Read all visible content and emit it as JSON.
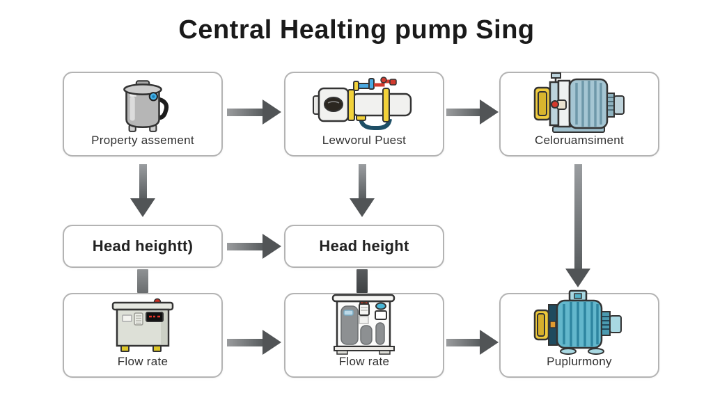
{
  "title": "Central Healting pump Sing",
  "nodes": [
    {
      "label": "Property assement",
      "icon": "boiler-tank-icon"
    },
    {
      "label": "Lewvorul Puest",
      "icon": "pipework-pump-icon"
    },
    {
      "label": "Celoruamsiment",
      "icon": "motor-pump-icon"
    },
    {
      "label": "Head heightt)"
    },
    {
      "label": "Head height"
    },
    {
      "label": "Flow rate",
      "icon": "control-cabinet-icon"
    },
    {
      "label": "Flow rate",
      "icon": "pump-cabinet-icon"
    },
    {
      "label": "Puplurmony",
      "icon": "teal-motor-pump-icon"
    }
  ],
  "connections": [
    {
      "from": "Property assement",
      "to": "Lewvorul Puest",
      "style": "arrow-right"
    },
    {
      "from": "Lewvorul Puest",
      "to": "Celoruamsiment",
      "style": "arrow-right"
    },
    {
      "from": "Property assement",
      "to": "Head heightt)",
      "style": "arrow-down"
    },
    {
      "from": "Lewvorul Puest",
      "to": "Head height",
      "style": "arrow-down"
    },
    {
      "from": "Celoruamsiment",
      "to": "Puplurmony",
      "style": "arrow-down"
    },
    {
      "from": "Head heightt)",
      "to": "Head height",
      "style": "arrow-right"
    },
    {
      "from": "Head heightt)",
      "to": "Flow rate",
      "style": "connector-bar"
    },
    {
      "from": "Head height",
      "to": "Flow rate",
      "style": "connector-bar"
    },
    {
      "from": "Flow rate (left)",
      "to": "Flow rate (center)",
      "style": "arrow-right"
    },
    {
      "from": "Flow rate (center)",
      "to": "Puplurmony",
      "style": "arrow-right"
    }
  ],
  "colors": {
    "background": "#ffffff",
    "box_border": "#b3b3b3",
    "arrow_dark": "#515456",
    "arrow_light": "#9a9c9e",
    "title_text": "#1a1a1a",
    "label_text": "#2f2f2f",
    "accent_yellow": "#f0cc3e",
    "accent_red": "#d53a2c",
    "accent_blue": "#45b1e8",
    "pump_steel_blue": "#a5c6d3",
    "pump_teal": "#63b7cc"
  }
}
